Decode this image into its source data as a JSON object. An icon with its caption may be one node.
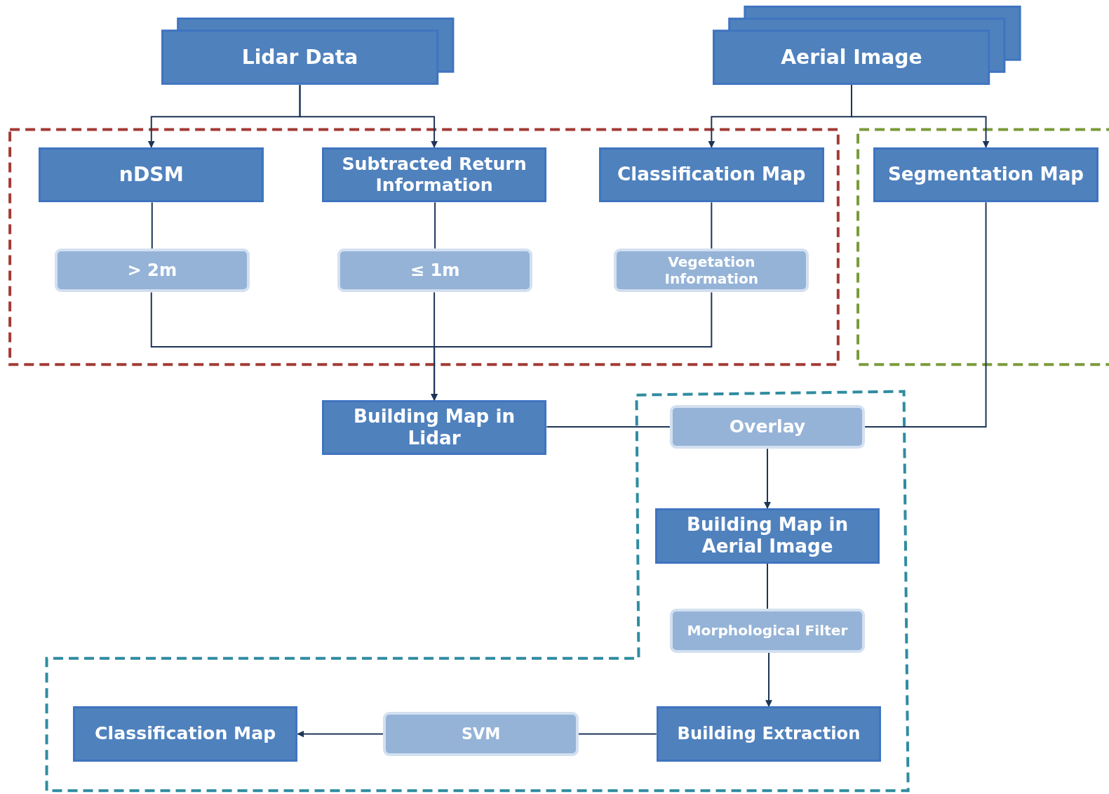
{
  "diagram": {
    "nodes": [
      {
        "text": [
          "Lidar Data"
        ]
      },
      {
        "text": [
          "Aerial Image"
        ]
      },
      {
        "text": [
          "nDSM"
        ]
      },
      {
        "text": [
          "Subtracted Return Information"
        ]
      },
      {
        "text": [
          "Classification Map"
        ]
      },
      {
        "text": [
          "Segmentation Map"
        ]
      },
      {
        "text": [
          "> 2m"
        ]
      },
      {
        "text": [
          "≤ 1m"
        ]
      },
      {
        "text": [
          "Vegetation Information"
        ]
      },
      {
        "text": [
          "Building Map in Lidar"
        ]
      },
      {
        "text": [
          "Overlay"
        ]
      },
      {
        "text": [
          "Building Map in Aerial Image"
        ]
      },
      {
        "text": [
          "Morphological Filter"
        ]
      },
      {
        "text": [
          "Classification Map"
        ]
      },
      {
        "text": [
          "SVM"
        ]
      },
      {
        "text": [
          "Building Extraction"
        ]
      }
    ],
    "edges": [
      {
        "from": 0,
        "to": 2,
        "arrow": "to"
      },
      {
        "from": 0,
        "to": 3,
        "arrow": "to"
      },
      {
        "from": 1,
        "to": 4,
        "arrow": "to"
      },
      {
        "from": 1,
        "to": 5,
        "arrow": "to"
      },
      {
        "from": 2,
        "to": 6,
        "arrow": "none"
      },
      {
        "from": 3,
        "to": 7,
        "arrow": "none"
      },
      {
        "from": 4,
        "to": 8,
        "arrow": "none"
      },
      {
        "from": 6,
        "to": 9,
        "arrow": "to"
      },
      {
        "from": 7,
        "to": 9,
        "arrow": "to"
      },
      {
        "from": 8,
        "to": 9,
        "arrow": "to"
      },
      {
        "from": 5,
        "to": 10,
        "arrow": "none"
      },
      {
        "from": 9,
        "to": 10,
        "arrow": "none"
      },
      {
        "from": 10,
        "to": 11,
        "arrow": "to"
      },
      {
        "from": 11,
        "to": 12,
        "arrow": "none"
      },
      {
        "from": 12,
        "to": 15,
        "arrow": "to"
      },
      {
        "from": 15,
        "to": 14,
        "arrow": "none"
      },
      {
        "from": 14,
        "to": 13,
        "arrow": "to"
      }
    ]
  }
}
